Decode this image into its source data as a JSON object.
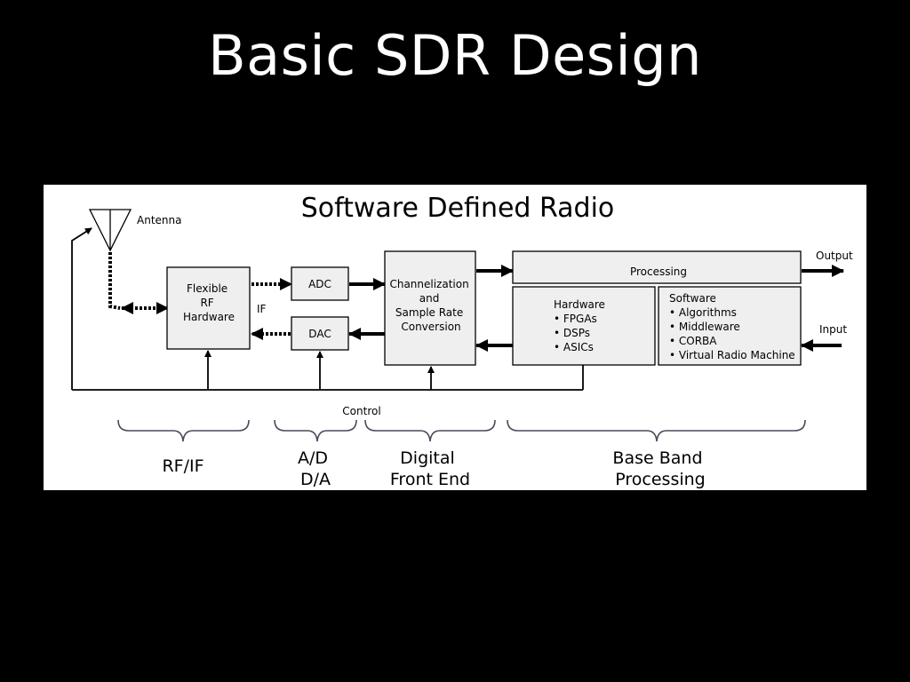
{
  "slide": {
    "title": "Basic SDR Design"
  },
  "diagram": {
    "title": "Software Defined Radio",
    "antenna_label": "Antenna",
    "output_label": "Output",
    "input_label": "Input",
    "if_label": "IF",
    "control_label": "Control",
    "blocks": {
      "rf_hardware": [
        "Flexible",
        "RF",
        "Hardware"
      ],
      "adc": "ADC",
      "dac": "DAC",
      "channelization": [
        "Channelization",
        "and",
        "Sample Rate",
        "Conversion"
      ],
      "processing": "Processing",
      "hardware": {
        "title": "Hardware",
        "items": [
          "• FPGAs",
          "• DSPs",
          "• ASICs"
        ]
      },
      "software": {
        "title": "Software",
        "items": [
          "• Algorithms",
          "• Middleware",
          "• CORBA",
          "• Virtual Radio Machine"
        ]
      }
    },
    "sections": {
      "rf_if": [
        "RF/IF"
      ],
      "ad_da": [
        "A/D",
        "D/A"
      ],
      "digital_front_end": [
        "Digital",
        "Front End"
      ],
      "base_band": [
        "Base Band",
        "Processing"
      ]
    },
    "colors": {
      "box_fill": "#efefef",
      "line": "#000000",
      "brace": "#4a4a5a",
      "background": "#ffffff"
    }
  }
}
